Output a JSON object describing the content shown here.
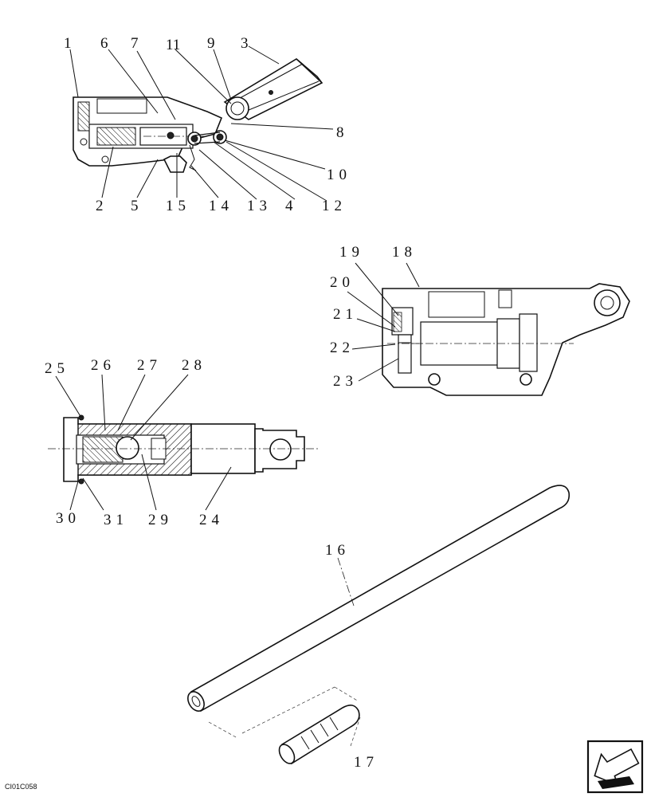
{
  "drawing_code": "CI01C058",
  "icons": {
    "nav": "arrow-icon"
  },
  "labels": {
    "p1": "1",
    "p2": "2",
    "p3": "3",
    "p4": "4",
    "p5": "5",
    "p6": "6",
    "p7": "7",
    "p8": "8",
    "p9": "9",
    "p10": "10",
    "p11": "11",
    "p12": "12",
    "p13": "13",
    "p14": "14",
    "p15": "15",
    "p16": "16",
    "p17": "17",
    "p18": "18",
    "p19": "19",
    "p20": "20",
    "p21": "21",
    "p22": "22",
    "p23": "23",
    "p24": "24",
    "p25": "25",
    "p26": "26",
    "p27": "27",
    "p28": "28",
    "p29": "29",
    "p30": "30",
    "p31": "31"
  }
}
